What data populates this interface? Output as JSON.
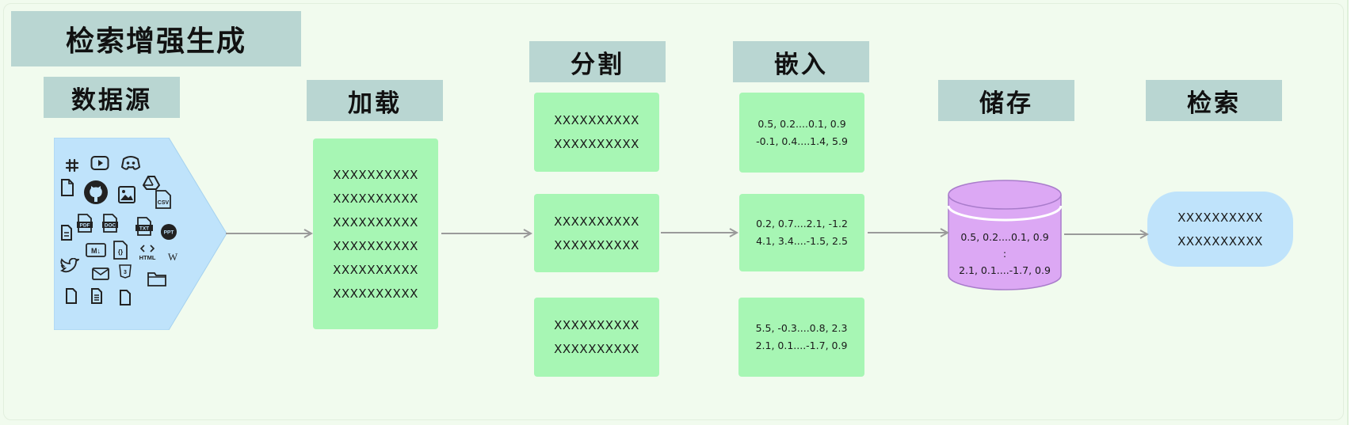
{
  "title": "检索增强生成",
  "stages": {
    "source": "数据源",
    "load": "加载",
    "split": "分割",
    "embed": "嵌入",
    "store": "储存",
    "retrieve": "检索"
  },
  "load_lines": [
    "XXXXXXXXXX",
    "XXXXXXXXXX",
    "XXXXXXXXXX",
    "XXXXXXXXXX",
    "XXXXXXXXXX",
    "XXXXXXXXXX"
  ],
  "split_chunks": [
    [
      "XXXXXXXXXX",
      "XXXXXXXXXX"
    ],
    [
      "XXXXXXXXXX",
      "XXXXXXXXXX"
    ],
    [
      "XXXXXXXXXX",
      "XXXXXXXXXX"
    ]
  ],
  "embed_vectors": [
    [
      "0.5, 0.2....0.1, 0.9",
      "-0.1, 0.4....1.4, 5.9"
    ],
    [
      "0.2, 0.7....2.1, -1.2",
      "4.1, 3.4....-1.5, 2.5"
    ],
    [
      "5.5, -0.3....0.8, 2.3",
      "2.1, 0.1....-1.7, 0.9"
    ]
  ],
  "store_lines": [
    "0.5, 0.2....0.1, 0.9",
    ":",
    "2.1, 0.1....-1.7, 0.9"
  ],
  "retrieve_lines": [
    "XXXXXXXXXX",
    "XXXXXXXXXX"
  ],
  "source_icons": [
    "slack-icon",
    "youtube-icon",
    "discord-icon",
    "file-icon",
    "github-icon",
    "image-icon",
    "google-drive-icon",
    "csv-icon",
    "doc-icon",
    "pdf-icon",
    "docx-icon",
    "txt-icon",
    "ppt-icon",
    "markdown-icon",
    "json-icon",
    "html-icon",
    "wikipedia-icon",
    "twitter-icon",
    "email-icon",
    "css-icon",
    "folder-icon",
    "file-icon",
    "text-file-icon",
    "file-icon"
  ],
  "source_icon_text": {
    "csv": "CSV",
    "pdf": "PDF",
    "docx": "DOC",
    "txt": "TXT",
    "ppt": "PPT",
    "md": "M↓",
    "json": "{}",
    "html": "HTML",
    "wiki": "W"
  },
  "colors": {
    "green_box": "#a7f6b4",
    "label_bg": "#b9d6d2",
    "source_bg": "#bfe3fb",
    "db_fill": "#dca8f4",
    "background": "#f1fbee",
    "arrow": "#9a9a9a"
  }
}
